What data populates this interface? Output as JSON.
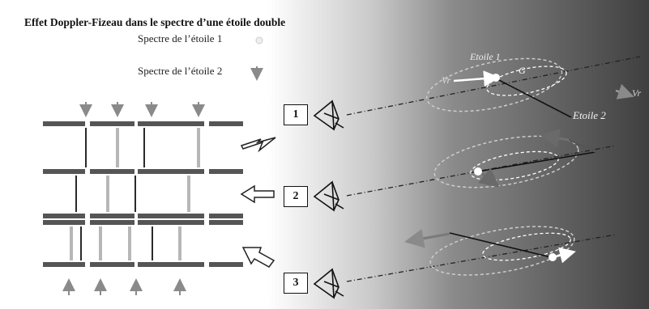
{
  "title": "Effet Doppler-Fizeau dans le spectre d’une étoile double",
  "legend": {
    "star1": "Spectre de l’étoile 1",
    "star2": "Spectre de l’étoile 2"
  },
  "scenarios": [
    {
      "label": "1"
    },
    {
      "label": "2"
    },
    {
      "label": "3"
    }
  ],
  "orbit_labels": {
    "star1": "Etoile 1",
    "star2": "Etoile 2",
    "vr_left": "Vr",
    "vr_right": "Vr",
    "center": "G"
  },
  "colors": {
    "spectrum_bar": "#555555",
    "line_dark": "#2a2a2a",
    "line_soft": "#9a9a9a",
    "arrow_marker": "#8a8a8a",
    "star": "#ffffff",
    "velocity_gray": "#707070"
  }
}
